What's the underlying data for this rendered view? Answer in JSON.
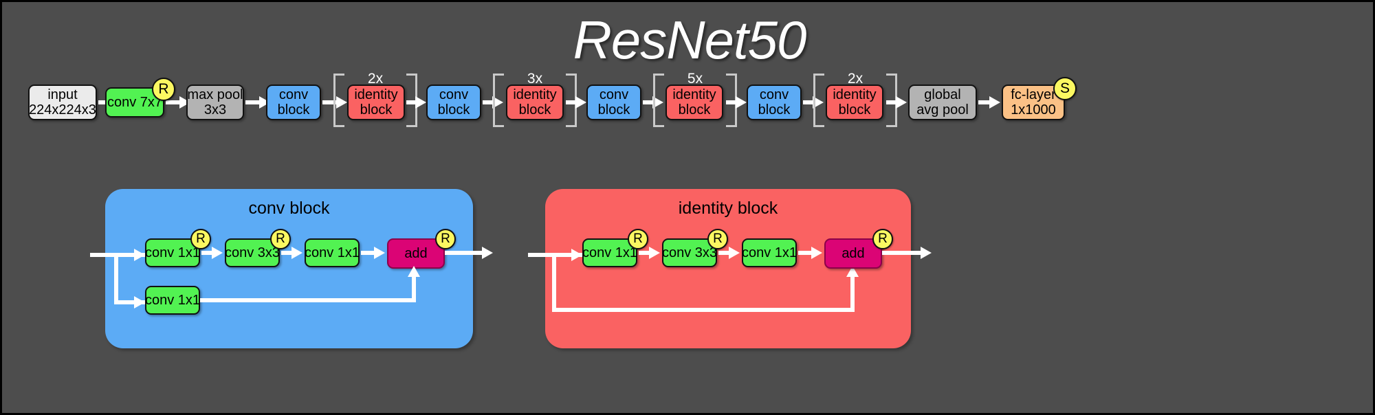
{
  "title": "ResNet50",
  "colors": {
    "background": "#4d4d4d",
    "input": "#ebebeb",
    "pool": "#b3b3b3",
    "conv": "#52f252",
    "conv_block": "#5cabf5",
    "identity_block": "#fa6262",
    "fc": "#fbc186",
    "add": "#db0475",
    "badge": "#fbf861",
    "arrow": "#ffffff",
    "bracket": "#c9c9c9"
  },
  "pipeline": {
    "nodes": [
      {
        "id": "input",
        "line1": "input",
        "line2": "224x224x3",
        "style": "n-gray",
        "badge": null
      },
      {
        "id": "conv7x7",
        "line1": "conv 7x7",
        "line2": "",
        "style": "n-green",
        "badge": "R"
      },
      {
        "id": "maxpool",
        "line1": "max pool",
        "line2": "3x3",
        "style": "n-gray2",
        "badge": null
      },
      {
        "id": "convblock1",
        "line1": "conv",
        "line2": "block",
        "style": "n-blue",
        "badge": null
      },
      {
        "id": "identity1",
        "line1": "identity",
        "line2": "block",
        "style": "n-red",
        "badge": null,
        "repeat": "2x"
      },
      {
        "id": "convblock2",
        "line1": "conv",
        "line2": "block",
        "style": "n-blue",
        "badge": null
      },
      {
        "id": "identity2",
        "line1": "identity",
        "line2": "block",
        "style": "n-red",
        "badge": null,
        "repeat": "3x"
      },
      {
        "id": "convblock3",
        "line1": "conv",
        "line2": "block",
        "style": "n-blue",
        "badge": null
      },
      {
        "id": "identity3",
        "line1": "identity",
        "line2": "block",
        "style": "n-red",
        "badge": null,
        "repeat": "5x"
      },
      {
        "id": "convblock4",
        "line1": "conv",
        "line2": "block",
        "style": "n-blue",
        "badge": null
      },
      {
        "id": "identity4",
        "line1": "identity",
        "line2": "block",
        "style": "n-red",
        "badge": null,
        "repeat": "2x"
      },
      {
        "id": "globalavgpool",
        "line1": "global",
        "line2": "avg pool",
        "style": "n-gray2",
        "badge": null
      },
      {
        "id": "fclayer",
        "line1": "fc-layer",
        "line2": "1x1000",
        "style": "n-orange",
        "badge": "S"
      }
    ]
  },
  "conv_block": {
    "panel_title": "conv block",
    "main_path": [
      {
        "label": "conv 1x1",
        "badge": "R"
      },
      {
        "label": "conv 3x3",
        "badge": "R"
      },
      {
        "label": "conv 1x1",
        "badge": null
      }
    ],
    "add": {
      "label": "add",
      "badge": "R"
    },
    "shortcut": [
      {
        "label": "conv 1x1",
        "badge": null
      }
    ]
  },
  "identity_block": {
    "panel_title": "identity block",
    "main_path": [
      {
        "label": "conv 1x1",
        "badge": "R"
      },
      {
        "label": "conv 3x3",
        "badge": "R"
      },
      {
        "label": "conv 1x1",
        "badge": null
      }
    ],
    "add": {
      "label": "add",
      "badge": "R"
    },
    "shortcut": []
  },
  "legend": {
    "relu_badge": "R",
    "softmax_badge": "S"
  }
}
